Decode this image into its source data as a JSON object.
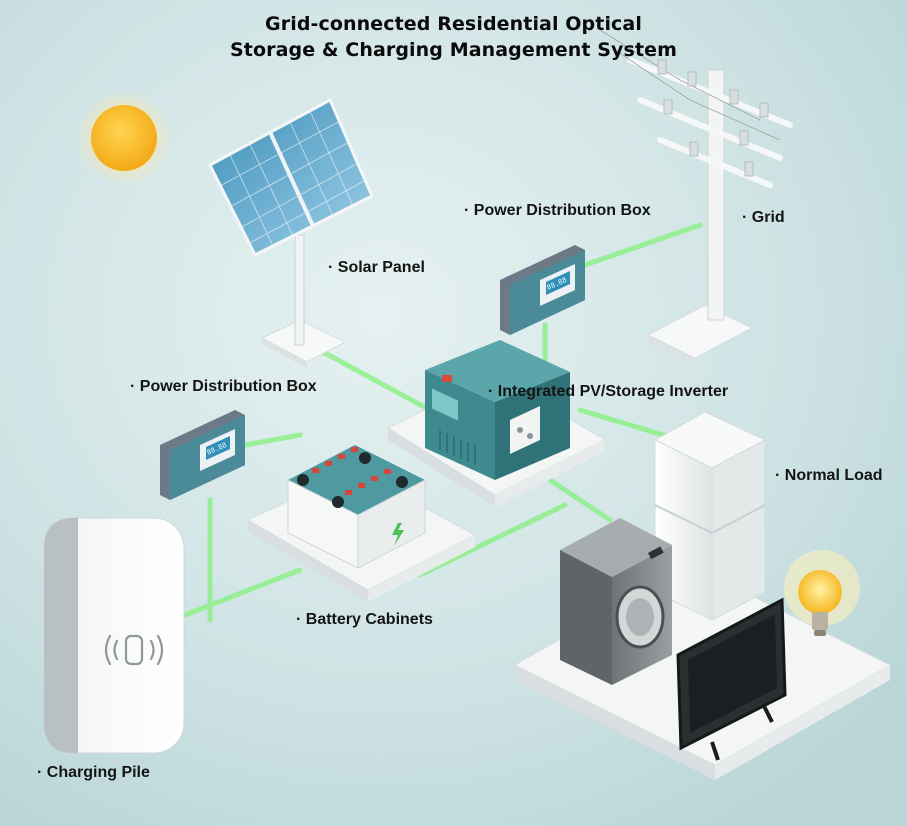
{
  "title": {
    "line1": "Grid-connected Residential Optical",
    "line2": "Storage & Charging Management System"
  },
  "labels": {
    "solar_panel": "· Solar Panel",
    "power_box_top": "· Power Distribution Box",
    "grid": "· Grid",
    "power_box_left": "· Power Distribution Box",
    "inverter": "· Integrated PV/Storage Inverter",
    "normal_load": "· Normal Load",
    "battery_cabinets": "· Battery Cabinets",
    "charging_pile": "· Charging Pile"
  },
  "device_displays": {
    "power_box": "88.88"
  },
  "colors": {
    "background": "#cfe3e4",
    "connection_line": "#8ef08a",
    "device_teal": "#3f8a8f",
    "sun": "#f5b31c",
    "platform": "#f4f6f6"
  }
}
